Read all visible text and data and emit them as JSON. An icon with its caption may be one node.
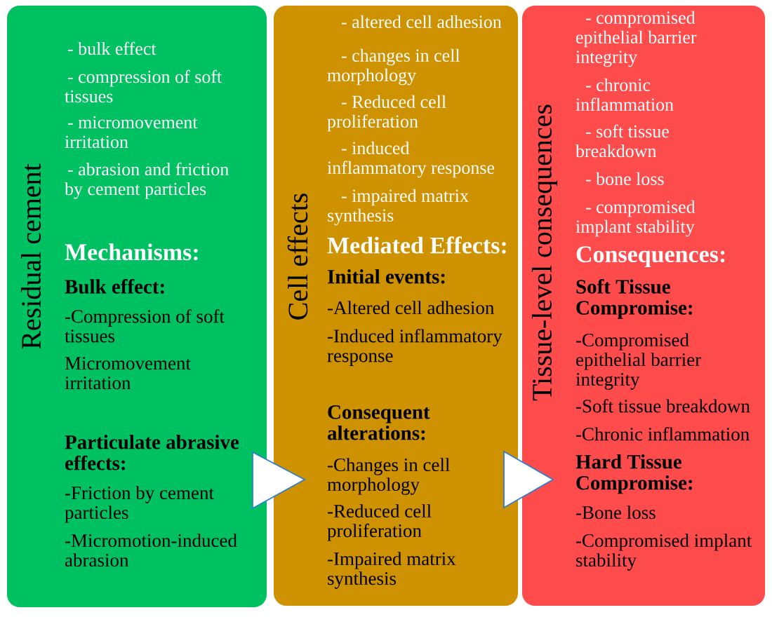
{
  "diagram": {
    "nodes": [
      {
        "text": [
          "Residual cement",
          "- bulk effect",
          "- compression of soft tissues",
          "- micromovement irritation",
          "- abrasion and friction by cement particles",
          "Mechanisms:",
          "Bulk effect:",
          "-Compression of soft tissues",
          "Micromovement irritation",
          "Particulate abrasive effects:",
          "-Friction by cement particles",
          "-Micromotion-induced abrasion"
        ]
      },
      {
        "text": [
          "Cell effects",
          "- altered cell adhesion",
          "- changes in cell morphology",
          "- Reduced cell proliferation",
          "- induced inflammatory response",
          "- impaired matrix synthesis",
          "Mediated Effects:",
          "Initial events:",
          "-Altered cell adhesion",
          "-Induced inflammatory response",
          "Consequent alterations:",
          "-Changes in cell morphology",
          "-Reduced cell proliferation",
          "-Impaired matrix synthesis"
        ]
      },
      {
        "text": [
          "Tissue-level consequences",
          "- compromised epithelial barrier integrity",
          "- chronic inflammation",
          "- soft tissue breakdown",
          "- bone loss",
          "- compromised implant stability",
          "Consequences:",
          "Soft Tissue Compromise:",
          "-Compromised epithelial barrier integrity",
          "-Soft tissue breakdown",
          "-Chronic inflammation",
          "Hard Tissue Compromise:",
          "-Bone loss",
          "-Compromised implant stability"
        ]
      }
    ],
    "edges": [
      {
        "from": 0,
        "to": 1,
        "arrow": "to"
      },
      {
        "from": 1,
        "to": 2,
        "arrow": "to"
      }
    ]
  }
}
